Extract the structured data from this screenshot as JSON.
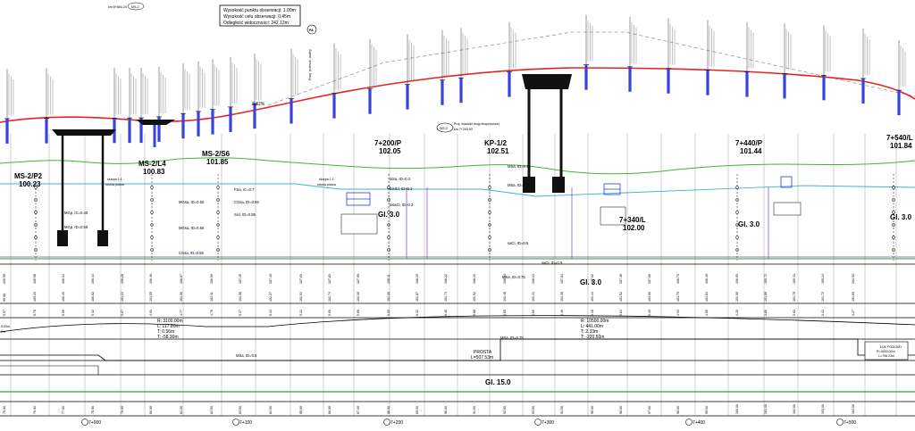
{
  "header_box": {
    "line1": "Wysokość punktu obserwacji: 1.00m",
    "line2": "Wysokość celu obserwacji: 0.45m",
    "line3": "Odległość widoczności: 242.12m"
  },
  "top_tags": {
    "left_km": "km 6+884.20",
    "left_code": "MS-2"
  },
  "pa_badge": {
    "label": "PA",
    "caption": "Przej. przeszk. wodny"
  },
  "ws_callout": {
    "code": "WS-2",
    "text1": "Proj. wiadukt drogi ekspresowej",
    "text2": "km 7+293.53"
  },
  "grade_label": "2.82%",
  "stations": [
    {
      "name": "MS-2/P2",
      "elev": "100.23"
    },
    {
      "name": "MS-2/L4",
      "elev": "100.83"
    },
    {
      "name": "MS-2/S6",
      "elev": "101.85"
    },
    {
      "name": "7+200/P",
      "elev": "102.05"
    },
    {
      "name": "KP-1/2",
      "elev": "102.51"
    },
    {
      "name": "7+340/L",
      "elev": "102.00"
    },
    {
      "name": "7+440/P",
      "elev": "101.44"
    },
    {
      "name": "7+540/L",
      "elev": "101.84"
    }
  ],
  "gl_labels": [
    "Gl. 3.0",
    "Gl. 3.0",
    "Gl. 3.0",
    "Gl. 3.0",
    "Gl. 15.0"
  ],
  "soil_labels": [
    "MGp, IC=0.40",
    "MGp, ID=0.55",
    "MGsa, ID=0.55",
    "MGsa, ID=0.55",
    "CGsa, ID=0.55",
    "CGsa, ID=0.55",
    "FSa, IC=0.7",
    "Sicl, ID=0.55",
    "siSa, ID=0.3",
    "SiclCl, ID=0.3",
    "sisaCl, ID=0.3",
    "MSa, ID=0.75",
    "MSa, ID=0.75",
    "saCl, ID=0.5",
    "MSa, ID=0.75",
    "MSa, ID=0.75",
    "saCl, ID=0.5",
    "MSa, ID=0.5"
  ],
  "slope_labels": [
    "skarpa 1:1",
    "strona prawa",
    "skarpa 1:1",
    "strona prawa"
  ],
  "curve_vertical": {
    "r": "R: 10500.00m",
    "l": "L: 441.00m",
    "t": "T: 2.33m",
    "len": "T: -220.50m"
  },
  "curve_left": {
    "r": "R: 3100.00m",
    "l": "L: 117.80m",
    "t": "T: 0.56m",
    "len": "T: -58.90m"
  },
  "straight": {
    "label": "PROSTA",
    "len": "L=507.53m"
  },
  "arc_box": {
    "title": "ŁUK POZIOMY",
    "r": "R=4000.00m",
    "l": "L=796.23m"
  },
  "left_edge_labels": {
    "a": "5.00m",
    "b": "0%"
  },
  "km_markers": [
    "7+000",
    "7+100",
    "7+200",
    "7+300",
    "7+400",
    "7+500"
  ],
  "row_values_a": [
    "105.95",
    "105.98",
    "106.04",
    "106.14",
    "106.28",
    "106.46",
    "106.67",
    "106.90",
    "107.15",
    "107.40",
    "107.63",
    "107.83",
    "107.99",
    "108.11",
    "108.19",
    "108.22",
    "108.20",
    "108.13",
    "108.01",
    "107.84",
    "107.62",
    "107.36",
    "107.06",
    "106.73",
    "106.39",
    "106.05",
    "105.72",
    "105.41",
    "105.14",
    "104.92"
  ],
  "row_values_b": [
    "99.98",
    "100.20",
    "100.45",
    "100.82",
    "101.21",
    "101.55",
    "101.90",
    "102.11",
    "101.98",
    "102.27",
    "102.51",
    "102.74",
    "102.30",
    "102.06",
    "101.87",
    "101.74",
    "101.52",
    "101.48",
    "101.41",
    "101.38",
    "101.44",
    "101.52",
    "101.66",
    "101.79",
    "101.84",
    "101.90",
    "101.86",
    "101.79",
    "101.72",
    "101.65"
  ],
  "row_values_c": [
    "5.97",
    "5.78",
    "5.59",
    "5.32",
    "5.07",
    "4.91",
    "4.77",
    "4.79",
    "5.17",
    "5.13",
    "5.12",
    "5.09",
    "5.69",
    "6.05",
    "6.32",
    "6.48",
    "6.68",
    "6.65",
    "6.60",
    "6.46",
    "6.18",
    "5.84",
    "5.40",
    "4.94",
    "4.55",
    "4.15",
    "3.86",
    "3.62",
    "3.42",
    "3.27"
  ],
  "row_values_d": [
    "75.00",
    "76.00",
    "77.00",
    "78.00",
    "79.00",
    "80.00",
    "81.00",
    "82.00",
    "83.00",
    "84.00",
    "85.00",
    "86.00",
    "87.00",
    "88.00",
    "89.00",
    "90.00",
    "91.00",
    "92.00",
    "93.00",
    "94.00",
    "95.00",
    "96.00",
    "97.00",
    "98.00",
    "99.00",
    "100.00",
    "101.00",
    "102.00",
    "103.00",
    "104.00"
  ],
  "colors": {
    "design_line": "#e8231f",
    "terrain_line": "#3db82e",
    "water_line": "#38b6d6",
    "pile_fill": "#3a44d8",
    "guide_line": "#7a3ee0",
    "axis_green": "#2aa52a"
  }
}
